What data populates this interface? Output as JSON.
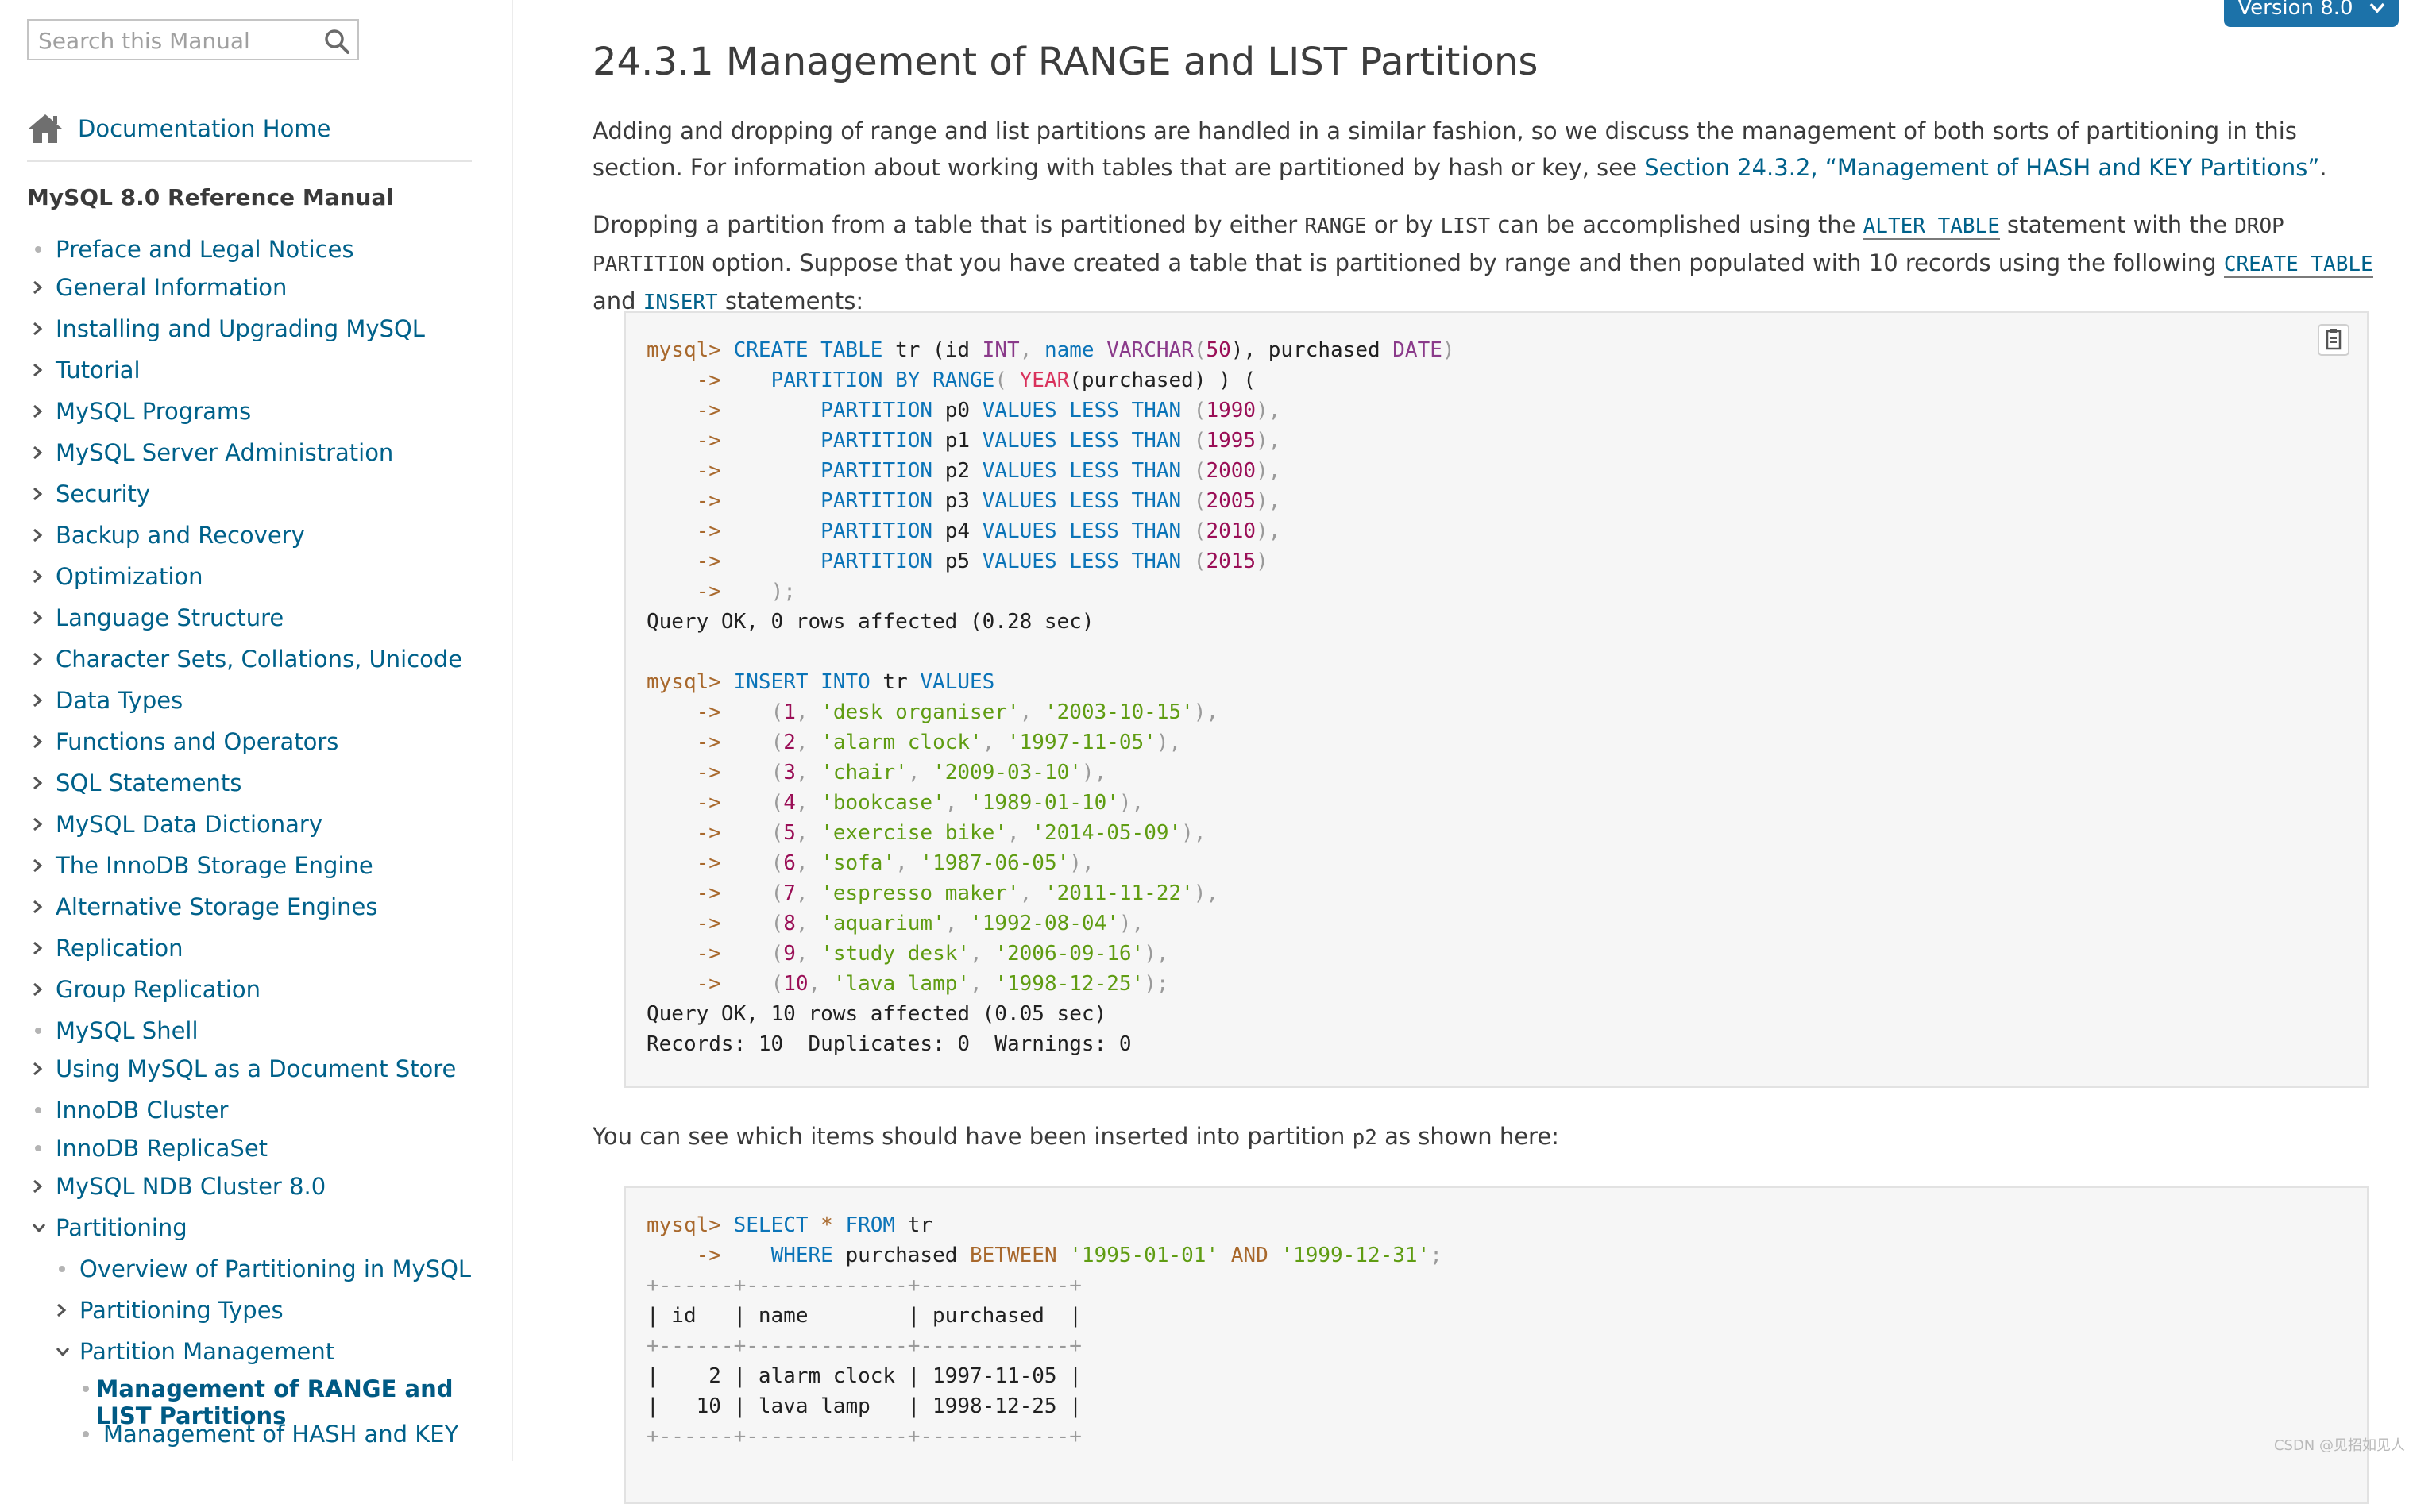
{
  "sidebar": {
    "search_placeholder": "Search this Manual",
    "doc_home": "Documentation Home",
    "manual_title": "MySQL 8.0 Reference Manual",
    "toc": [
      {
        "label": "Preface and Legal Notices",
        "marker": "dot",
        "level": 0
      },
      {
        "label": "General Information",
        "marker": "right",
        "level": 0
      },
      {
        "label": "Installing and Upgrading MySQL",
        "marker": "right",
        "level": 0
      },
      {
        "label": "Tutorial",
        "marker": "right",
        "level": 0
      },
      {
        "label": "MySQL Programs",
        "marker": "right",
        "level": 0
      },
      {
        "label": "MySQL Server Administration",
        "marker": "right",
        "level": 0
      },
      {
        "label": "Security",
        "marker": "right",
        "level": 0
      },
      {
        "label": "Backup and Recovery",
        "marker": "right",
        "level": 0
      },
      {
        "label": "Optimization",
        "marker": "right",
        "level": 0
      },
      {
        "label": "Language Structure",
        "marker": "right",
        "level": 0
      },
      {
        "label": "Character Sets, Collations, Unicode",
        "marker": "right",
        "level": 0
      },
      {
        "label": "Data Types",
        "marker": "right",
        "level": 0
      },
      {
        "label": "Functions and Operators",
        "marker": "right",
        "level": 0
      },
      {
        "label": "SQL Statements",
        "marker": "right",
        "level": 0
      },
      {
        "label": "MySQL Data Dictionary",
        "marker": "right",
        "level": 0
      },
      {
        "label": "The InnoDB Storage Engine",
        "marker": "right",
        "level": 0
      },
      {
        "label": "Alternative Storage Engines",
        "marker": "right",
        "level": 0
      },
      {
        "label": "Replication",
        "marker": "right",
        "level": 0
      },
      {
        "label": "Group Replication",
        "marker": "right",
        "level": 0
      },
      {
        "label": "MySQL Shell",
        "marker": "dot",
        "level": 0
      },
      {
        "label": "Using MySQL as a Document Store",
        "marker": "right",
        "level": 0
      },
      {
        "label": "InnoDB Cluster",
        "marker": "dot",
        "level": 0
      },
      {
        "label": "InnoDB ReplicaSet",
        "marker": "dot",
        "level": 0
      },
      {
        "label": "MySQL NDB Cluster 8.0",
        "marker": "right",
        "level": 0
      },
      {
        "label": "Partitioning",
        "marker": "down",
        "level": 0
      },
      {
        "label": "Overview of Partitioning in MySQL",
        "marker": "dot",
        "level": 1
      },
      {
        "label": "Partitioning Types",
        "marker": "right",
        "level": 1
      },
      {
        "label": "Partition Management",
        "marker": "down",
        "level": 1
      },
      {
        "label": "Management of RANGE and LIST Partitions",
        "marker": "dot",
        "level": 2,
        "current": true
      },
      {
        "label": "Management of HASH and KEY",
        "marker": "dot",
        "level": 2
      }
    ]
  },
  "version_label": "Version 8.0",
  "main": {
    "title": "24.3.1 Management of RANGE and LIST Partitions",
    "p1_text": "Adding and dropping of range and list partitions are handled in a similar fashion, so we discuss the management of both sorts of partitioning in this section. For information about working with tables that are partitioned by hash or key, see ",
    "p1_link": "Section 24.3.2, “Management of HASH and KEY Partitions”",
    "p1_end": ".",
    "p2_a": "Dropping a partition from a table that is partitioned by either ",
    "p2_range": "RANGE",
    "p2_b": " or by ",
    "p2_list": "LIST",
    "p2_c": " can be accomplished using the ",
    "p2_alter": "ALTER TABLE",
    "p2_d": " statement with the ",
    "p2_drop": "DROP PARTITION",
    "p2_e": " option. Suppose that you have created a table that is partitioned by range and then populated with 10 records using the following ",
    "p2_create": "CREATE TABLE",
    "p2_f": " and ",
    "p2_insert": "INSERT",
    "p2_g": " statements:",
    "p3_a": "You can see which items should have been inserted into partition ",
    "p3_p2": "p2",
    "p3_b": " as shown here:"
  },
  "code1": {
    "create_head": [
      "mysql> ",
      "CREATE",
      " ",
      "TABLE",
      " tr (id ",
      "INT",
      ", ",
      "name",
      " ",
      "VARCHAR",
      "(",
      "50",
      "), purchased ",
      "DATE",
      ")"
    ],
    "cont": "->",
    "partition_by": [
      "PARTITION BY",
      " ",
      "RANGE",
      "( ",
      "YEAR",
      "(purchased) ) ("
    ],
    "partitions": [
      {
        "name": "p0",
        "value": "1990",
        "end": "),"
      },
      {
        "name": "p1",
        "value": "1995",
        "end": "),"
      },
      {
        "name": "p2",
        "value": "2000",
        "end": "),"
      },
      {
        "name": "p3",
        "value": "2005",
        "end": "),"
      },
      {
        "name": "p4",
        "value": "2010",
        "end": "),"
      },
      {
        "name": "p5",
        "value": "2015",
        "end": ")"
      }
    ],
    "partition_kw": "PARTITION",
    "values_kw": "VALUES LESS THAN",
    "close": ");",
    "result1": "Query OK, 0 rows affected (0.28 sec)",
    "insert_head": [
      "mysql> ",
      "INSERT",
      " ",
      "INTO",
      " tr ",
      "VALUES"
    ],
    "rows": [
      {
        "id": "1",
        "name": "'desk organiser'",
        "date": "'2003-10-15'",
        "end": "),"
      },
      {
        "id": "2",
        "name": "'alarm clock'",
        "date": "'1997-11-05'",
        "end": "),"
      },
      {
        "id": "3",
        "name": "'chair'",
        "date": "'2009-03-10'",
        "end": "),"
      },
      {
        "id": "4",
        "name": "'bookcase'",
        "date": "'1989-01-10'",
        "end": "),"
      },
      {
        "id": "5",
        "name": "'exercise bike'",
        "date": "'2014-05-09'",
        "end": "),"
      },
      {
        "id": "6",
        "name": "'sofa'",
        "date": "'1987-06-05'",
        "end": "),"
      },
      {
        "id": "7",
        "name": "'espresso maker'",
        "date": "'2011-11-22'",
        "end": "),"
      },
      {
        "id": "8",
        "name": "'aquarium'",
        "date": "'1992-08-04'",
        "end": "),"
      },
      {
        "id": "9",
        "name": "'study desk'",
        "date": "'2006-09-16'",
        "end": "),"
      },
      {
        "id": "10",
        "name": "'lava lamp'",
        "date": "'1998-12-25'",
        "end": ");"
      }
    ],
    "result2": "Query OK, 10 rows affected (0.05 sec)",
    "result3": "Records: 10  Duplicates: 0  Warnings: 0"
  },
  "code2": {
    "select_head": [
      "mysql> ",
      "SELECT",
      " ",
      "*",
      " ",
      "FROM",
      " tr"
    ],
    "where_line": [
      "WHERE",
      " purchased ",
      "BETWEEN",
      " ",
      "'1995-01-01'",
      " ",
      "AND",
      " ",
      "'1999-12-31'",
      ";"
    ],
    "border": "+------+-------------+------------+",
    "header": "| id   | name        | purchased  |",
    "rows": [
      "|    2 | alarm clock | 1997-11-05 |",
      "|   10 | lava lamp   | 1998-12-25 |"
    ]
  },
  "watermark": "CSDN @见招如见人"
}
